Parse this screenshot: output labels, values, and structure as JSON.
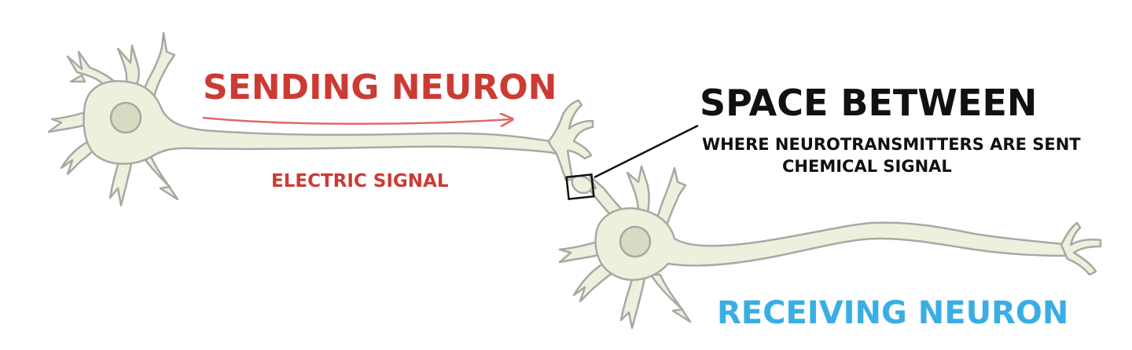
{
  "labels": {
    "sending_neuron": "SENDING NEURON",
    "electric_signal": "ELECTRIC SIGNAL",
    "space_between": "SPACE BETWEEN",
    "where_sent": "WHERE NEUROTRANSMITTERS ARE SENT",
    "chemical_signal": "CHEMICAL SIGNAL",
    "receiving_neuron": "RECEIVING NEURON"
  },
  "colors": {
    "sending": "#cc3b33",
    "electric_arrow": "#e06a66",
    "receiving": "#3aaee4",
    "cell_fill": "#eef0de",
    "cell_outline": "#a7a9a4",
    "nucleus": "#d6dcc2",
    "callout": "#111111"
  }
}
